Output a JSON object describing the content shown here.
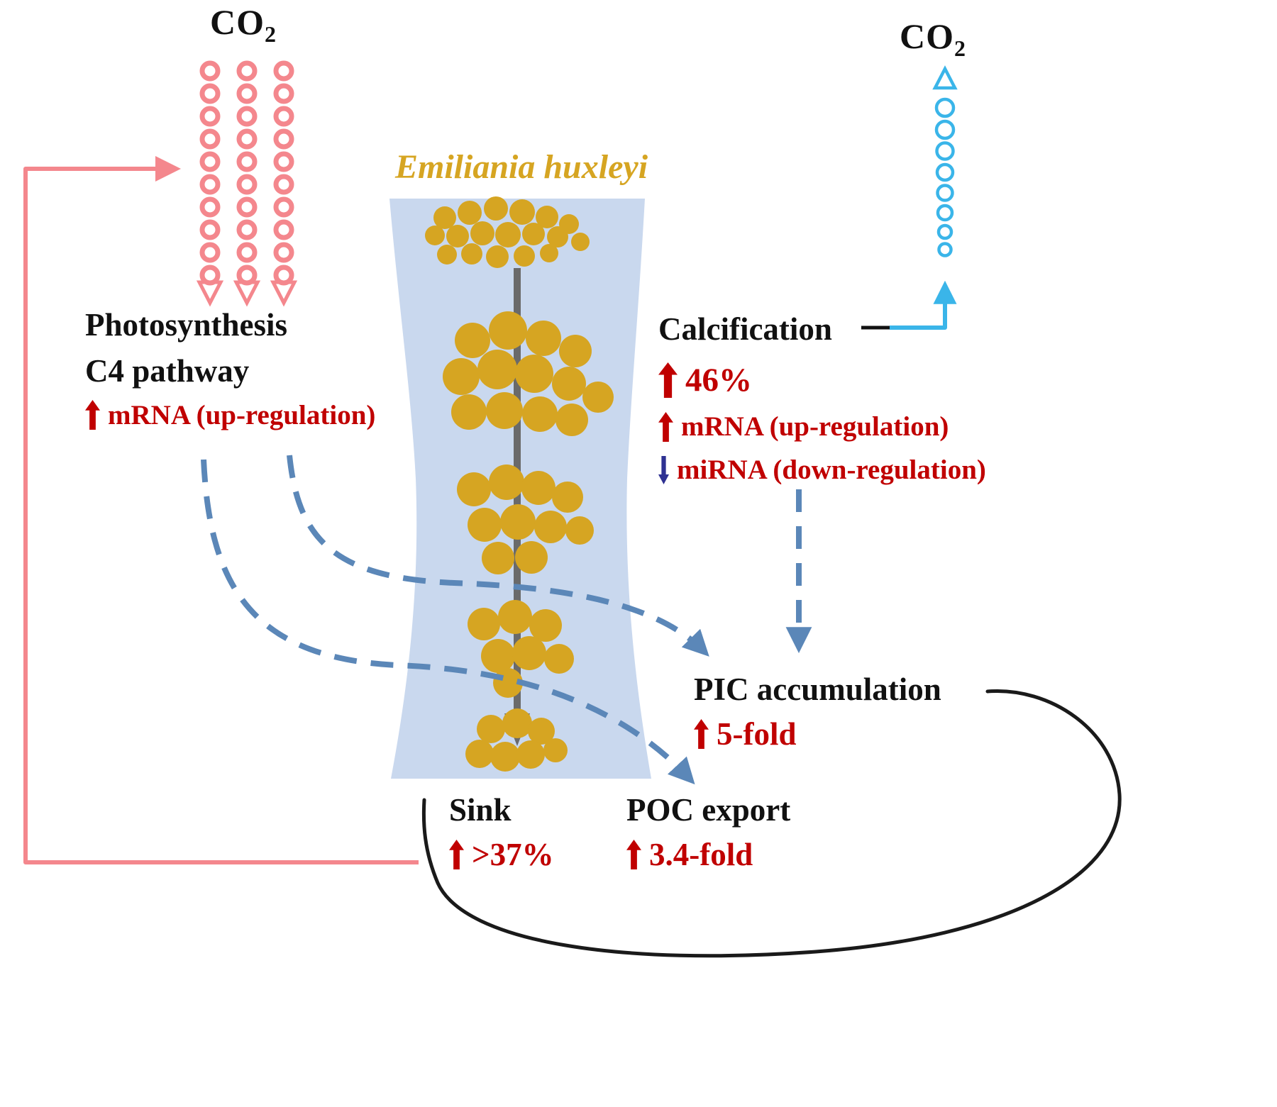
{
  "co2_left": {
    "formula": "CO",
    "subscript": "2"
  },
  "co2_right": {
    "formula": "CO",
    "subscript": "2"
  },
  "organism": {
    "name": "Emiliania huxleyi"
  },
  "photosynthesis": {
    "title": "Photosynthesis",
    "subtitle": "C4 pathway",
    "regulation": "mRNA (up-regulation)"
  },
  "calcification": {
    "title": "Calcification",
    "percent": "46%",
    "mrna": "mRNA (up-regulation)",
    "mirna": "miRNA (down-regulation)"
  },
  "pic_accumulation": {
    "title": "PIC accumulation",
    "value": "5-fold"
  },
  "sink": {
    "title": "Sink",
    "value": ">37%"
  },
  "poc_export": {
    "title": "POC export",
    "value": "3.4-fold"
  },
  "colors": {
    "pink": "#f4878d",
    "gold": "#d6a522",
    "band_blue": "#c9d8ee",
    "cyan": "#3ab5e9",
    "dark_red": "#c00000",
    "navy": "#2e3192",
    "dashed_blue": "#5b87b8",
    "gray_arrow": "#6a6a6a",
    "text_black": "#111111"
  }
}
